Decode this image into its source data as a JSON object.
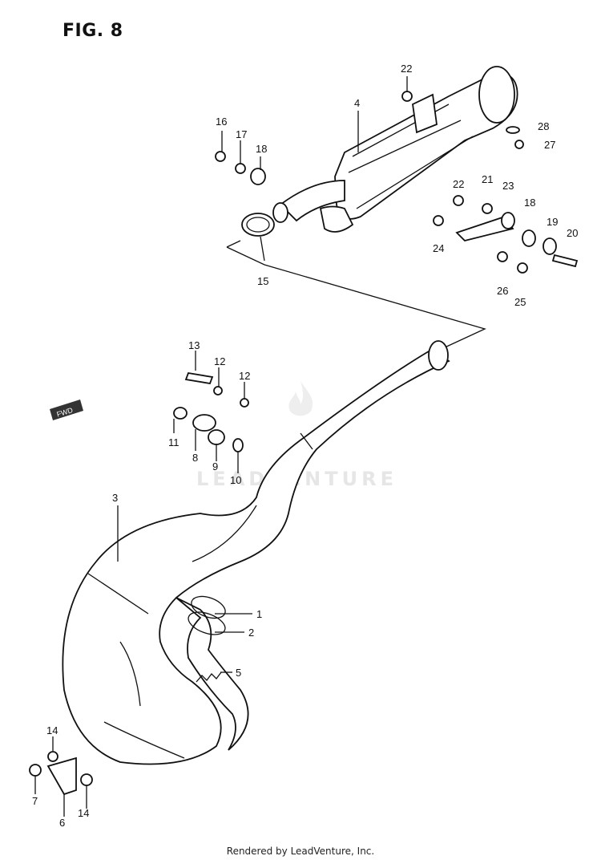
{
  "figure": {
    "title": "FIG. 8"
  },
  "watermark": {
    "text": "LEADVENTURE"
  },
  "footer": {
    "text": "Rendered by LeadVenture, Inc."
  },
  "front_marker": {
    "label": "FWD"
  },
  "callouts": [
    "1",
    "2",
    "3",
    "4",
    "5",
    "6",
    "7",
    "8",
    "9",
    "10",
    "11",
    "12",
    "12",
    "13",
    "14",
    "14",
    "15",
    "16",
    "17",
    "18",
    "18",
    "19",
    "20",
    "21",
    "22",
    "22",
    "23",
    "24",
    "25",
    "26",
    "27",
    "28"
  ]
}
